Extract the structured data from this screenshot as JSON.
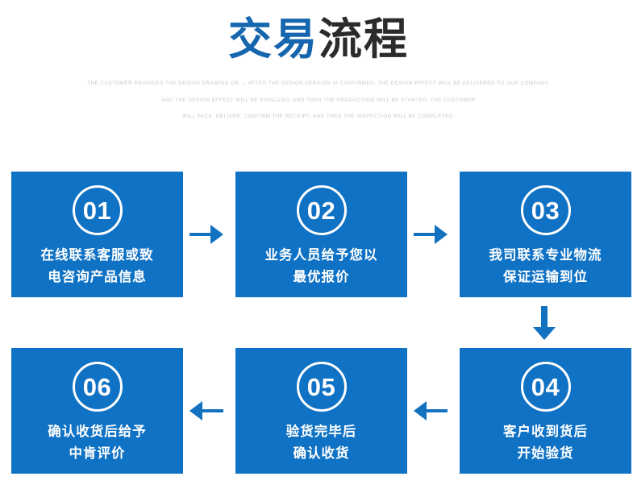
{
  "header": {
    "title_accent": "交易",
    "title_rest": "流程",
    "subtitle_lines": [
      "THE CUSTOMER PROVIDES THE DESIGN DRAWING OR → AFTER THE DESIGN VERSION IS CONFIRMED, THE DESIGN EFFECT WILL BE DELIVERED TO OUR COMPANY,",
      "AND THE DESIGN EFFECT WILL BE FINALIZED, AND THEN THE PRODUCTION WILL BE STARTED. THE CUSTOMER",
      "WILL PACK, DELIVER, CONFIRM THE RECEIPT, AND THEN THE INSPECTION WILL BE COMPLETED."
    ]
  },
  "colors": {
    "box_blue": "#0f72c4",
    "title_blue": "#1566ae",
    "arrow_blue": "#1272c0",
    "subtitle_gray": "#c8c8c8"
  },
  "steps": [
    {
      "number": "01",
      "line1": "在线联系客服或致",
      "line2": "电咨询产品信息"
    },
    {
      "number": "02",
      "line1": "业务人员给予您以",
      "line2": "最优报价"
    },
    {
      "number": "03",
      "line1": "我司联系专业物流",
      "line2": "保证运输到位"
    },
    {
      "number": "04",
      "line1": "客户收到货后",
      "line2": "开始验货"
    },
    {
      "number": "05",
      "line1": "验货完毕后",
      "line2": "确认收货"
    },
    {
      "number": "06",
      "line1": "确认收货后给予",
      "line2": "中肯评价"
    }
  ],
  "arrows": [
    {
      "name": "arrow-right-1",
      "direction": "right"
    },
    {
      "name": "arrow-right-2",
      "direction": "right"
    },
    {
      "name": "arrow-down-1",
      "direction": "down"
    },
    {
      "name": "arrow-left-1",
      "direction": "left"
    },
    {
      "name": "arrow-left-2",
      "direction": "left"
    }
  ]
}
